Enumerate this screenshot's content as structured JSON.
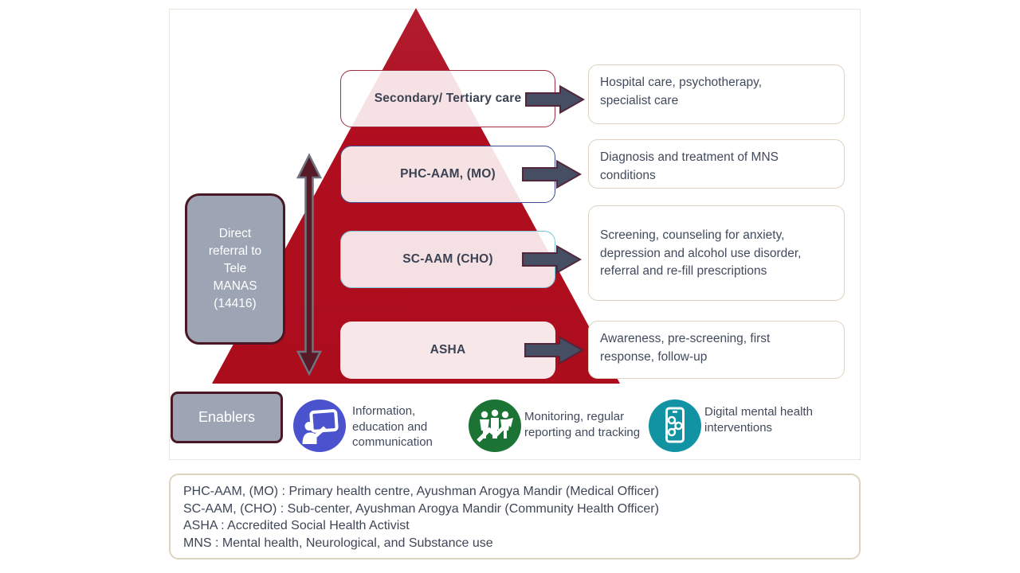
{
  "pyramid": {
    "levels": [
      {
        "label": "Secondary/ Tertiary care"
      },
      {
        "label": "PHC-AAM, (MO)"
      },
      {
        "label": "SC-AAM (CHO)"
      },
      {
        "label": "ASHA"
      }
    ]
  },
  "outcomes": [
    {
      "text": "Hospital care, psychotherapy,\nspecialist care"
    },
    {
      "text": "Diagnosis and treatment of MNS\nconditions"
    },
    {
      "text": "Screening, counseling for anxiety,\ndepression and alcohol use disorder,\nreferral and re-fill prescriptions"
    },
    {
      "text": "Awareness, pre-screening, first\nresponse, follow-up"
    }
  ],
  "referral_box": {
    "text": "Direct\nreferral to\nTele\nMANAS\n(14416)"
  },
  "enablers": {
    "title": "Enablers",
    "items": [
      {
        "icon": "presentation-icon",
        "text": "Information,\neducation and\ncommunication"
      },
      {
        "icon": "people-growth-icon",
        "text": "Monitoring, regular\nreporting and tracking"
      },
      {
        "icon": "mobile-network-icon",
        "text": "Digital mental health\ninterventions"
      }
    ]
  },
  "legend": {
    "lines": [
      "PHC-AAM, (MO) : Primary health centre, Ayushman Arogya Mandir (Medical Officer)",
      "SC-AAM, (CHO) : Sub-center, Ayushman Arogya Mandir (Community Health Officer)",
      "ASHA : Accredited Social Health Activist",
      "MNS : Mental health, Neurological, and Substance use"
    ]
  },
  "colors": {
    "pyramid_red": "#b00e1f",
    "arrow_slate": "#454e63",
    "arrow_outline": "#53263b",
    "double_arrow_maroon": "#581a27",
    "gray_box": "#9da5b4",
    "maroon_border": "#4a1824",
    "tan_border": "#ddd3bf",
    "icon_blue": "#4b52ce",
    "icon_green": "#1b7434",
    "icon_teal": "#1193a3",
    "text_dark": "#3e4657"
  }
}
